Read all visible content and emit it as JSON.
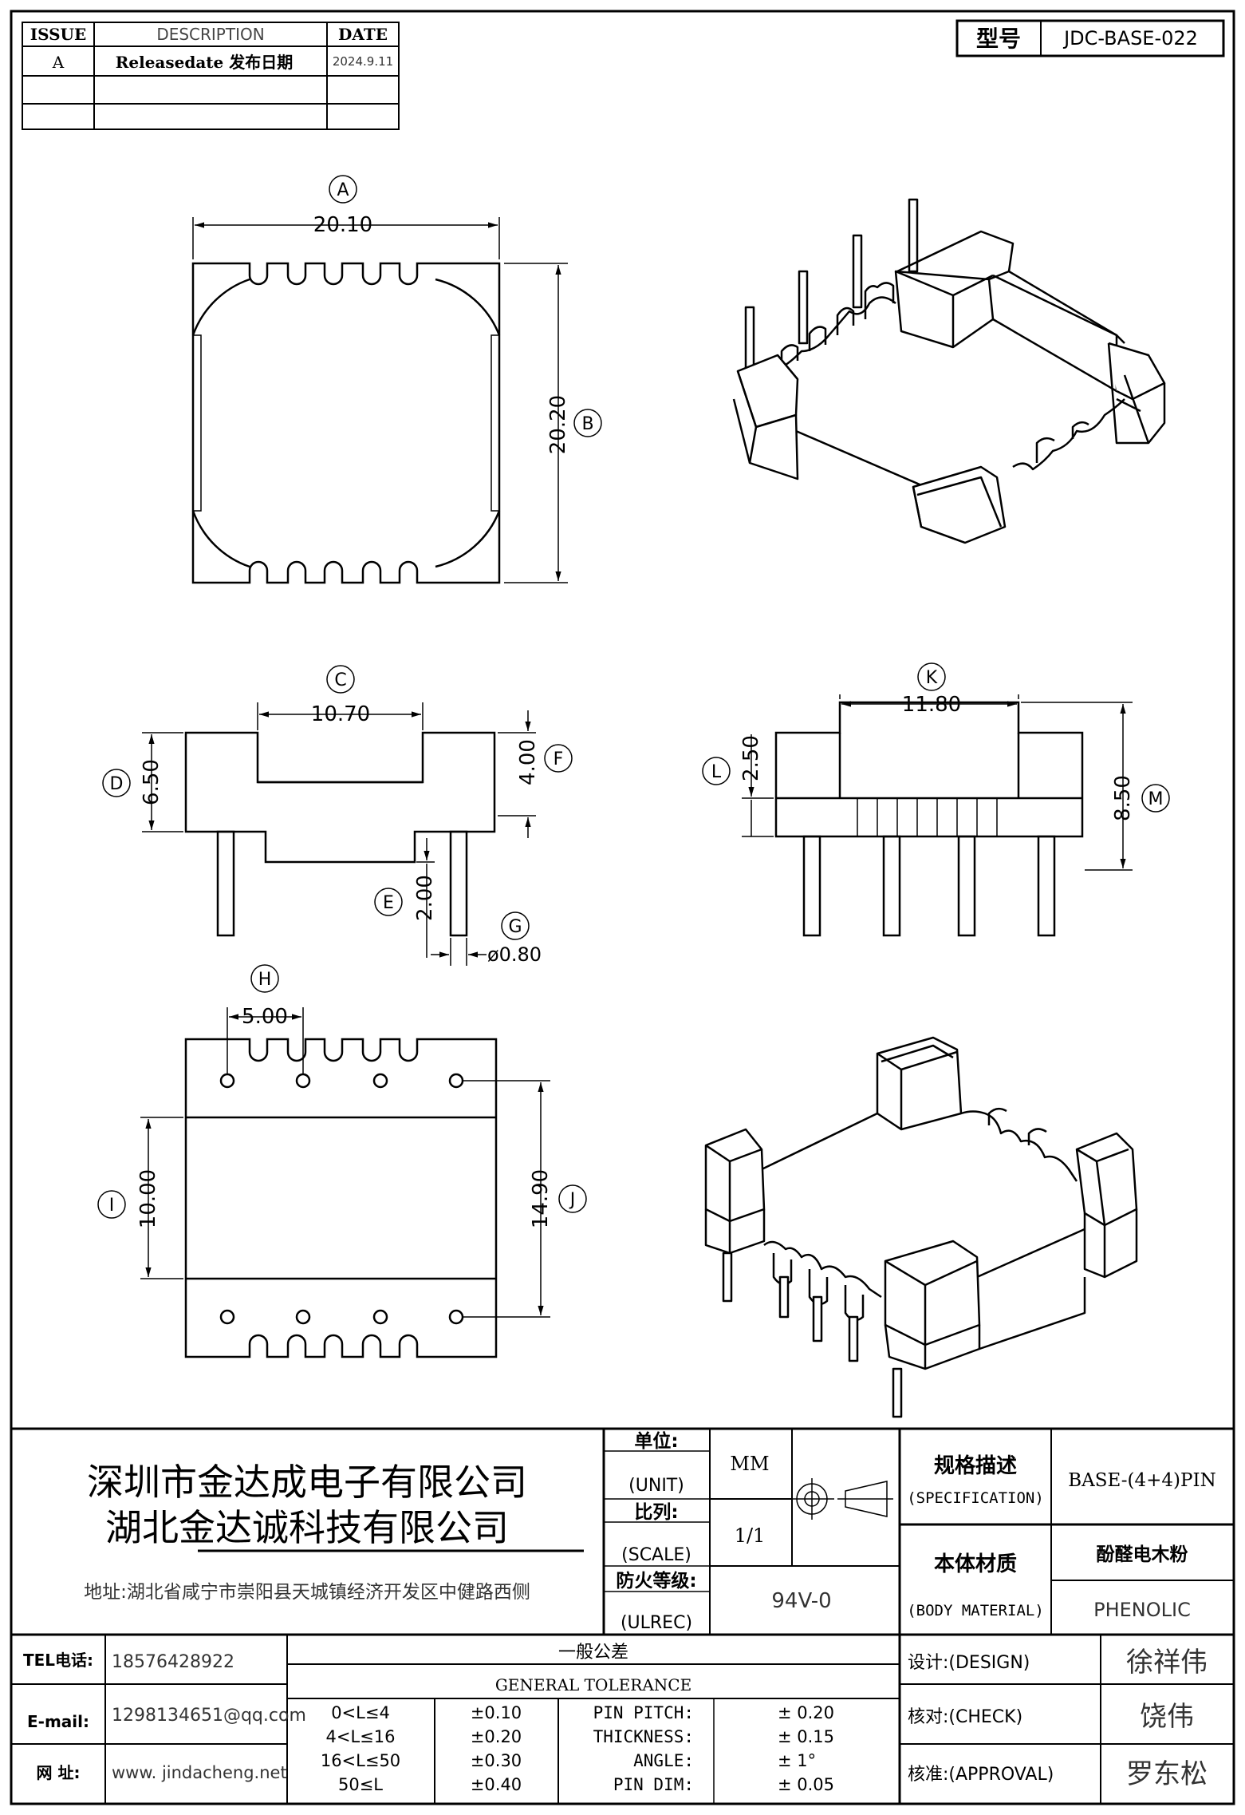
{
  "issue_table": {
    "headers": [
      "ISSUE",
      "DESCRIPTION",
      "DATE"
    ],
    "rows": [
      {
        "issue": "A",
        "description": "Releasedate 发布日期",
        "date": "2024.9.11"
      },
      {
        "issue": "",
        "description": "",
        "date": ""
      },
      {
        "issue": "",
        "description": "",
        "date": ""
      }
    ]
  },
  "model": {
    "label": "型号",
    "value": "JDC-BASE-022"
  },
  "dimensions": {
    "A": {
      "letter": "A",
      "value": "20.10"
    },
    "B": {
      "letter": "B",
      "value": "20.20"
    },
    "C": {
      "letter": "C",
      "value": "10.70"
    },
    "D": {
      "letter": "D",
      "value": "6.50"
    },
    "E": {
      "letter": "E",
      "value": "2.00"
    },
    "F": {
      "letter": "F",
      "value": "4.00"
    },
    "G": {
      "letter": "G",
      "value": "ø0.80"
    },
    "H": {
      "letter": "H",
      "value": "5.00"
    },
    "I": {
      "letter": "I",
      "value": "10.00"
    },
    "J": {
      "letter": "J",
      "value": "14.90"
    },
    "K": {
      "letter": "K",
      "value": "11.80"
    },
    "L": {
      "letter": "L",
      "value": "2.50"
    },
    "M": {
      "letter": "M",
      "value": "8.50"
    }
  },
  "company": {
    "name1": "深圳市金达成电子有限公司",
    "name2": "湖北金达诚科技有限公司",
    "address": "地址:湖北省咸宁市崇阳县天城镇经济开发区中健路西侧"
  },
  "title_block": {
    "unit_label": "单位:",
    "unit_label_en": "(UNIT)",
    "unit_value": "MM",
    "scale_label": "比列:",
    "scale_label_en": "(SCALE)",
    "scale_value": "1/1",
    "ulrec_label": "防火等级:",
    "ulrec_label_en": "(ULREC)",
    "ulrec_value": "94V-0",
    "spec_label": "规格描述",
    "spec_label_en": "(SPECIFICATION)",
    "spec_value": "BASE-(4+4)PIN",
    "material_label": "本体材质",
    "material_label_en": "(BODY MATERIAL)",
    "material_value_cn": "酚醛电木粉",
    "material_value_en": "PHENOLIC"
  },
  "contact": {
    "tel_label": "TEL电话:",
    "tel_value": "18576428922",
    "email_label": "E-mail:",
    "email_value": "1298134651@qq.com",
    "web_label": "网  址:",
    "web_value": "www. jindacheng.net"
  },
  "tolerance": {
    "title_cn": "一般公差",
    "title_en": "GENERAL TOLERANCE",
    "ranges": [
      {
        "range": "0<L≤4",
        "tol": "±0.10"
      },
      {
        "range": "4<L≤16",
        "tol": "±0.20"
      },
      {
        "range": "16<L≤50",
        "tol": "±0.30"
      },
      {
        "range": "50≤L",
        "tol": "±0.40"
      }
    ],
    "specials": [
      {
        "label": "PIN PITCH:",
        "value": "±  0.20"
      },
      {
        "label": "THICKNESS:",
        "value": "±  0.15"
      },
      {
        "label": "ANGLE:",
        "value": "±  1°"
      },
      {
        "label": "PIN DIM:",
        "value": "±  0.05"
      }
    ]
  },
  "signoff": {
    "design_label": "设计:(DESIGN)",
    "design_name": "徐祥伟",
    "check_label": "核对:(CHECK)",
    "check_name": "饶伟",
    "approval_label": "核准:(APPROVAL)",
    "approval_name": "罗东松"
  }
}
